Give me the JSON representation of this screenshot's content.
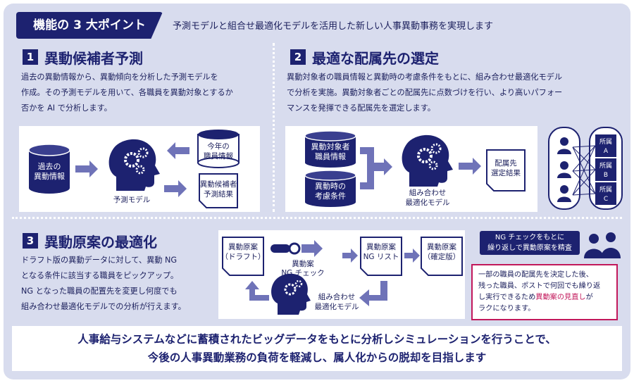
{
  "header": {
    "tag": "機能の 3 大ポイント",
    "subtitle": "予測モデルと組合せ最適化モデルを活用した新しい人事異動事務を実現します"
  },
  "section1": {
    "number": "1",
    "title": "異動候補者予測",
    "lines": [
      "過去の異動情報から、異動傾向を分析した予測モデルを",
      "作成。その予測モデルを用いて、各職員を異動対象とするか",
      "否かを AI で分析します。"
    ],
    "diagram": {
      "past_data": [
        "過去の",
        "異動情報"
      ],
      "model_label": "予測モデル",
      "this_year": [
        "今年の",
        "職員情報"
      ],
      "result": [
        "異動候補者",
        "予測結果"
      ]
    }
  },
  "section2": {
    "number": "2",
    "title": "最適な配属先の選定",
    "lines": [
      "異動対象者の職員情報と異動時の考慮条件をもとに、組み合わせ最適化モデル",
      "で分析を実施。異動対象者ごとの配属先に点数づけを行い、より高いパフォー",
      "マンスを発揮できる配属先を選定します。"
    ],
    "diagram": {
      "input1": [
        "異動対象者",
        "職員情報"
      ],
      "input2": [
        "異動時の",
        "考慮条件"
      ],
      "model_label": [
        "組み合わせ",
        "最適化モデル"
      ],
      "result": [
        "配属先",
        "選定結果"
      ],
      "departments": [
        "所属",
        "A",
        "所属",
        "B",
        "所属",
        "C"
      ]
    }
  },
  "section3": {
    "number": "3",
    "title": "異動原案の最適化",
    "lines": [
      "ドラフト版の異動データに対して、異動 NG",
      "となる条件に該当する職員をピックアップ。",
      "NG となった職員の配置先を変更し何度でも",
      "組み合わせ最適化モデルでの分析が行えます。"
    ],
    "diagram": {
      "draft": [
        "異動原案",
        "（ドラフト）"
      ],
      "check": [
        "異動案",
        "NG チェック"
      ],
      "ng_list": [
        "異動原案",
        "NG リスト"
      ],
      "final": [
        "異動原案",
        "（確定版）"
      ],
      "model_label": [
        "組み合わせ",
        "最適化モデル"
      ]
    },
    "ng_callout": [
      "NG チェックをもとに",
      "繰り返しで異動原案を精査"
    ],
    "note": {
      "line1": "一部の職員の配属先を決定した後、",
      "line2": "残った職員、ポストで何回でも繰り返",
      "line3_pre": "し実行できるため",
      "line3_hl": "異動案の見直し",
      "line3_post": "が",
      "line4": "ラクになります。"
    }
  },
  "bottom": {
    "line1": "人事給与システムなどに蓄積されたビッグデータをもとに分析しシミュレーションを行うことで、",
    "line2": "今後の人事異動業務の負荷を軽減し、属人化からの脱却を目指します"
  },
  "colors": {
    "navy": "#1d2270",
    "arrow": "#6f73b8",
    "panel": "#d8dcee",
    "accent": "#c2185b"
  }
}
